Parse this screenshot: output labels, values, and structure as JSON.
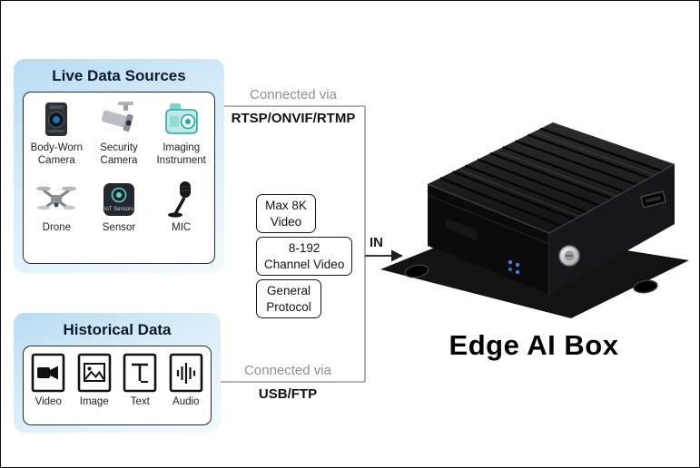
{
  "panels": {
    "live": {
      "title": "Live Data Sources",
      "items": [
        {
          "label": "Body-Worn\nCamera"
        },
        {
          "label": "Security\nCamera"
        },
        {
          "label": "Imaging\nInstrument"
        },
        {
          "label": "Drone"
        },
        {
          "label": "Sensor",
          "icon_text": "IoT Sensors"
        },
        {
          "label": "MIC"
        }
      ]
    },
    "historical": {
      "title": "Historical Data",
      "items": [
        {
          "label": "Video"
        },
        {
          "label": "Image"
        },
        {
          "label": "Text"
        },
        {
          "label": "Audio"
        }
      ]
    }
  },
  "connections": {
    "top": {
      "via": "Connected via",
      "protocol": "RTSP/ONVIF/RTMP"
    },
    "bottom": {
      "via": "Connected via",
      "protocol": "USB/FTP"
    },
    "input_label": "IN"
  },
  "capability_boxes": [
    {
      "label": "Max 8K\nVideo"
    },
    {
      "label": "8-192\nChannel Video"
    },
    {
      "label": "General\nProtocol"
    }
  ],
  "device": {
    "name": "Edge AI Box"
  },
  "colors": {
    "panel_blue": "#b7dcf2",
    "connector_gray": "#9b9b9b",
    "text_dark": "#0f1115",
    "device_black": "#111111",
    "imaging_teal": "#2aa7a0",
    "led_blue": "#4a7de0"
  }
}
